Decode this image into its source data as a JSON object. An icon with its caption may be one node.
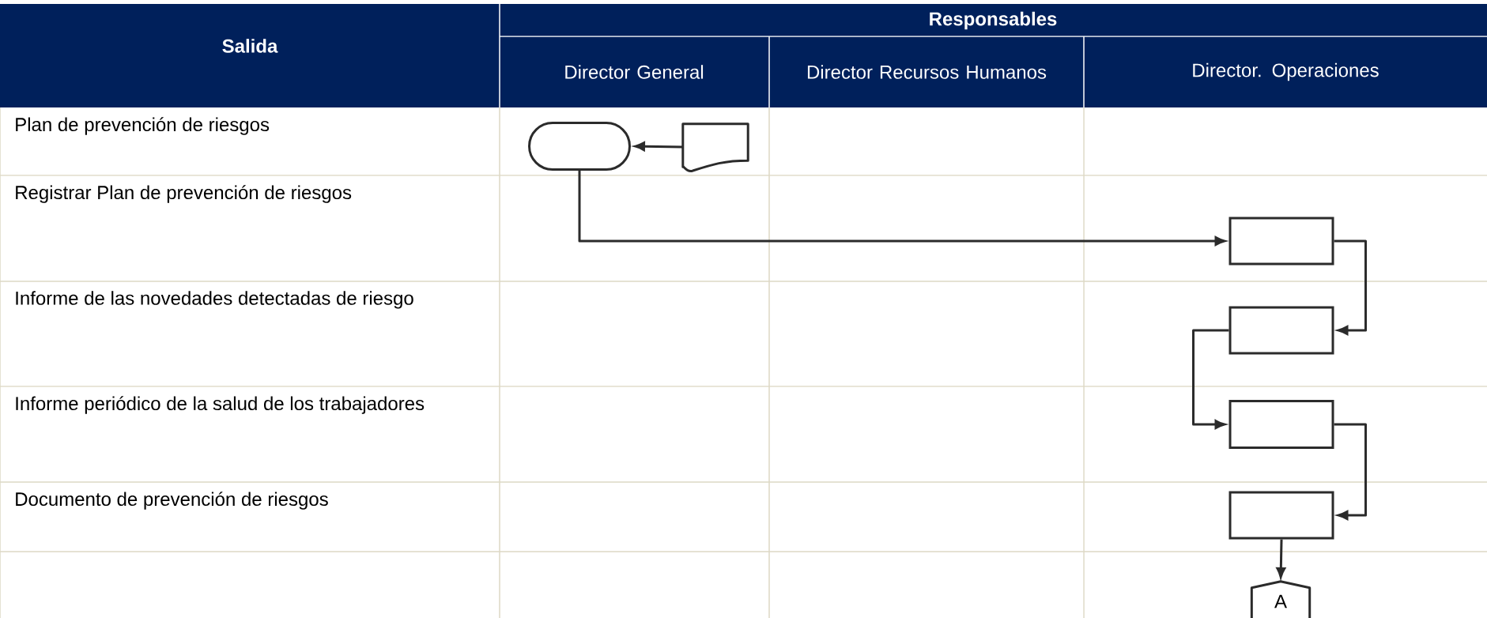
{
  "diagram": {
    "nodes": [
      {
        "text": [],
        "shape": "oval"
      },
      {
        "text": [],
        "shape": "document"
      },
      {
        "text": [],
        "shape": "box"
      },
      {
        "text": [],
        "shape": "box"
      },
      {
        "text": [],
        "shape": "box"
      },
      {
        "text": [],
        "shape": "box"
      },
      {
        "text": [
          "A"
        ]
      }
    ],
    "edges": [
      {
        "from": 1,
        "to": 0,
        "arrow": "to"
      },
      {
        "from": 0,
        "to": 2,
        "arrow": "to"
      },
      {
        "from": 2,
        "to": 3,
        "arrow": "to"
      },
      {
        "from": 3,
        "to": 4,
        "arrow": "to"
      },
      {
        "from": 4,
        "to": 5,
        "arrow": "to"
      },
      {
        "from": 5,
        "to": 6,
        "arrow": "to"
      }
    ],
    "labels": [
      "Salida",
      "Responsables",
      "Director General",
      "Director Recursos Humanos",
      "Director. Operaciones",
      "Plan de prevención de riesgos",
      "Registrar Plan de prevención de riesgos",
      "Informe de las novedades detectadas de riesgo",
      "Informe periódico de la salud de los trabajadores",
      "Documento de prevención de riesgos"
    ]
  }
}
